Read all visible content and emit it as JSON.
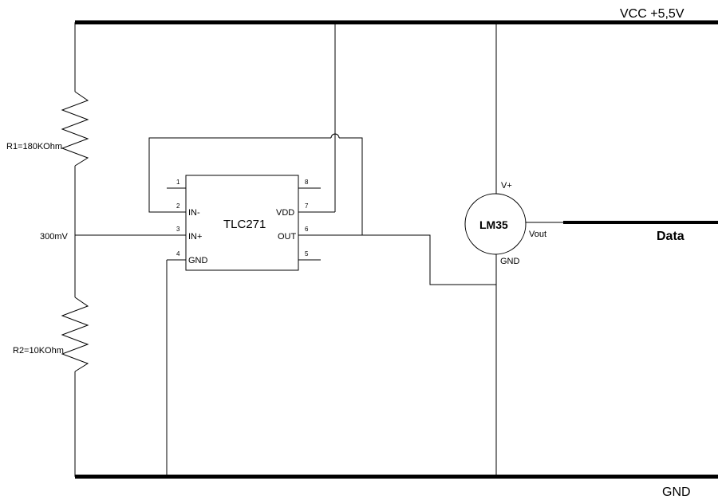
{
  "rails": {
    "vcc_label": "VCC +5,5V",
    "gnd_label": "GND"
  },
  "resistors": {
    "r1_label": "R1=180KOhm",
    "r2_label": "R2=10KOhm",
    "divider_voltage": "300mV"
  },
  "opamp": {
    "name": "TLC271",
    "pins": [
      {
        "num": "1",
        "label": ""
      },
      {
        "num": "2",
        "label": "IN-"
      },
      {
        "num": "3",
        "label": "IN+"
      },
      {
        "num": "4",
        "label": "GND"
      },
      {
        "num": "5",
        "label": ""
      },
      {
        "num": "6",
        "label": "OUT"
      },
      {
        "num": "7",
        "label": "VDD"
      },
      {
        "num": "8",
        "label": ""
      }
    ]
  },
  "sensor": {
    "name": "LM35",
    "vplus_label": "V+",
    "vout_label": "Vout",
    "gnd_label": "GND"
  },
  "output": {
    "data_label": "Data"
  }
}
